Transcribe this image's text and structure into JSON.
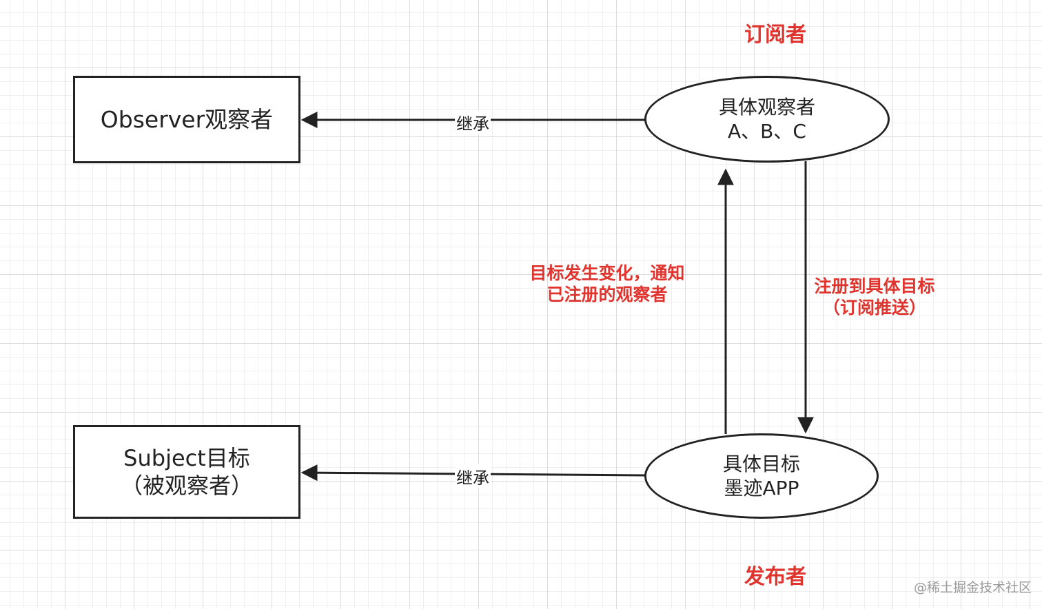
{
  "nodes": {
    "observer": {
      "line1": "Observer观察者"
    },
    "subject": {
      "line1": "Subject目标",
      "line2": "（被观察者）"
    },
    "concrete_observer": {
      "line1": "具体观察者",
      "line2": "A、B、C"
    },
    "concrete_subject": {
      "line1": "具体目标",
      "line2": "墨迹APP"
    }
  },
  "edges": {
    "inherit_top": "继承",
    "inherit_bottom": "继承",
    "notify_line1": "目标发生变化，通知",
    "notify_line2": "已注册的观察者",
    "register_line1": "注册到具体目标",
    "register_line2": "（订阅推送）"
  },
  "roles": {
    "subscriber": "订阅者",
    "publisher": "发布者"
  },
  "watermark": "@稀土掘金技术社区",
  "colors": {
    "annotation": "#e0352f",
    "stroke": "#222222"
  }
}
